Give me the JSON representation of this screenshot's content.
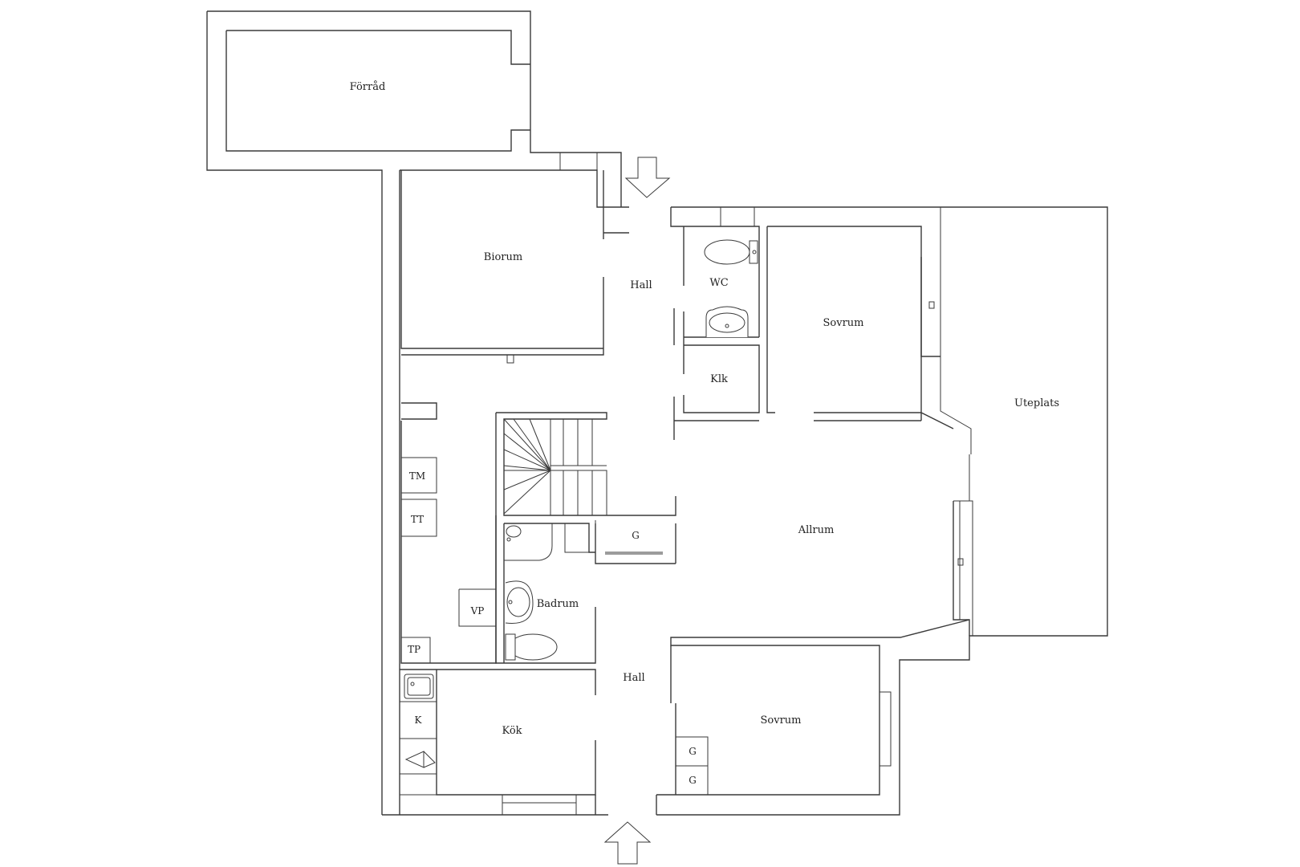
{
  "rooms": {
    "forrad": "Förråd",
    "biorum": "Biorum",
    "hall_north": "Hall",
    "wc": "WC",
    "klk": "Klk",
    "sovrum_east": "Sovrum",
    "uteplats": "Uteplats",
    "allrum": "Allrum",
    "badrum": "Badrum",
    "hall_south": "Hall",
    "kok": "Kök",
    "sovrum_south": "Sovrum"
  },
  "fixtures": {
    "tm": "TM",
    "tt": "TT",
    "vp": "VP",
    "tp": "TP",
    "k": "K",
    "g_hall": "G",
    "g_wardrobe_1": "G",
    "g_wardrobe_2": "G"
  },
  "colors": {
    "line": "#3a3a3a",
    "background": "#ffffff"
  }
}
